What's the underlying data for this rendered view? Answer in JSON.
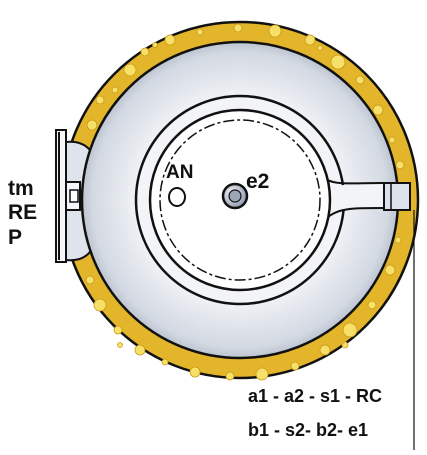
{
  "labels": {
    "left": [
      "tm",
      "RE",
      "P"
    ],
    "inner_left": "AN",
    "center": "e2",
    "bottom_right": [
      "a1 - a2 - s1 - RC",
      "b1 - s2- b2- e1"
    ]
  },
  "colors": {
    "yellow_fill": "#e3b52a",
    "yellow_dark": "#c99a14",
    "bubble": "#f7e06a",
    "steel_light": "#eef1f5",
    "steel_mid": "#c4ccd8",
    "steel_dark": "#8e9aad",
    "outline": "#111111",
    "bore_fill": "#ffffff"
  }
}
